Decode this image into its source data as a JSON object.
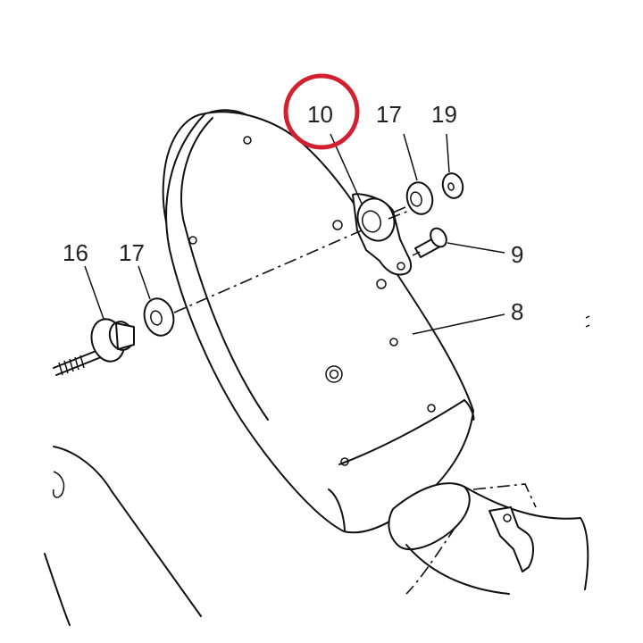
{
  "diagram": {
    "labels": {
      "part_10": "10",
      "part_17_top": "17",
      "part_19": "19",
      "part_9": "9",
      "part_8": "8",
      "part_16": "16",
      "part_17_left": "17"
    },
    "colors": {
      "line": "#111111",
      "highlight_circle": "#d32030",
      "text": "#222222",
      "background": "#ffffff"
    }
  }
}
